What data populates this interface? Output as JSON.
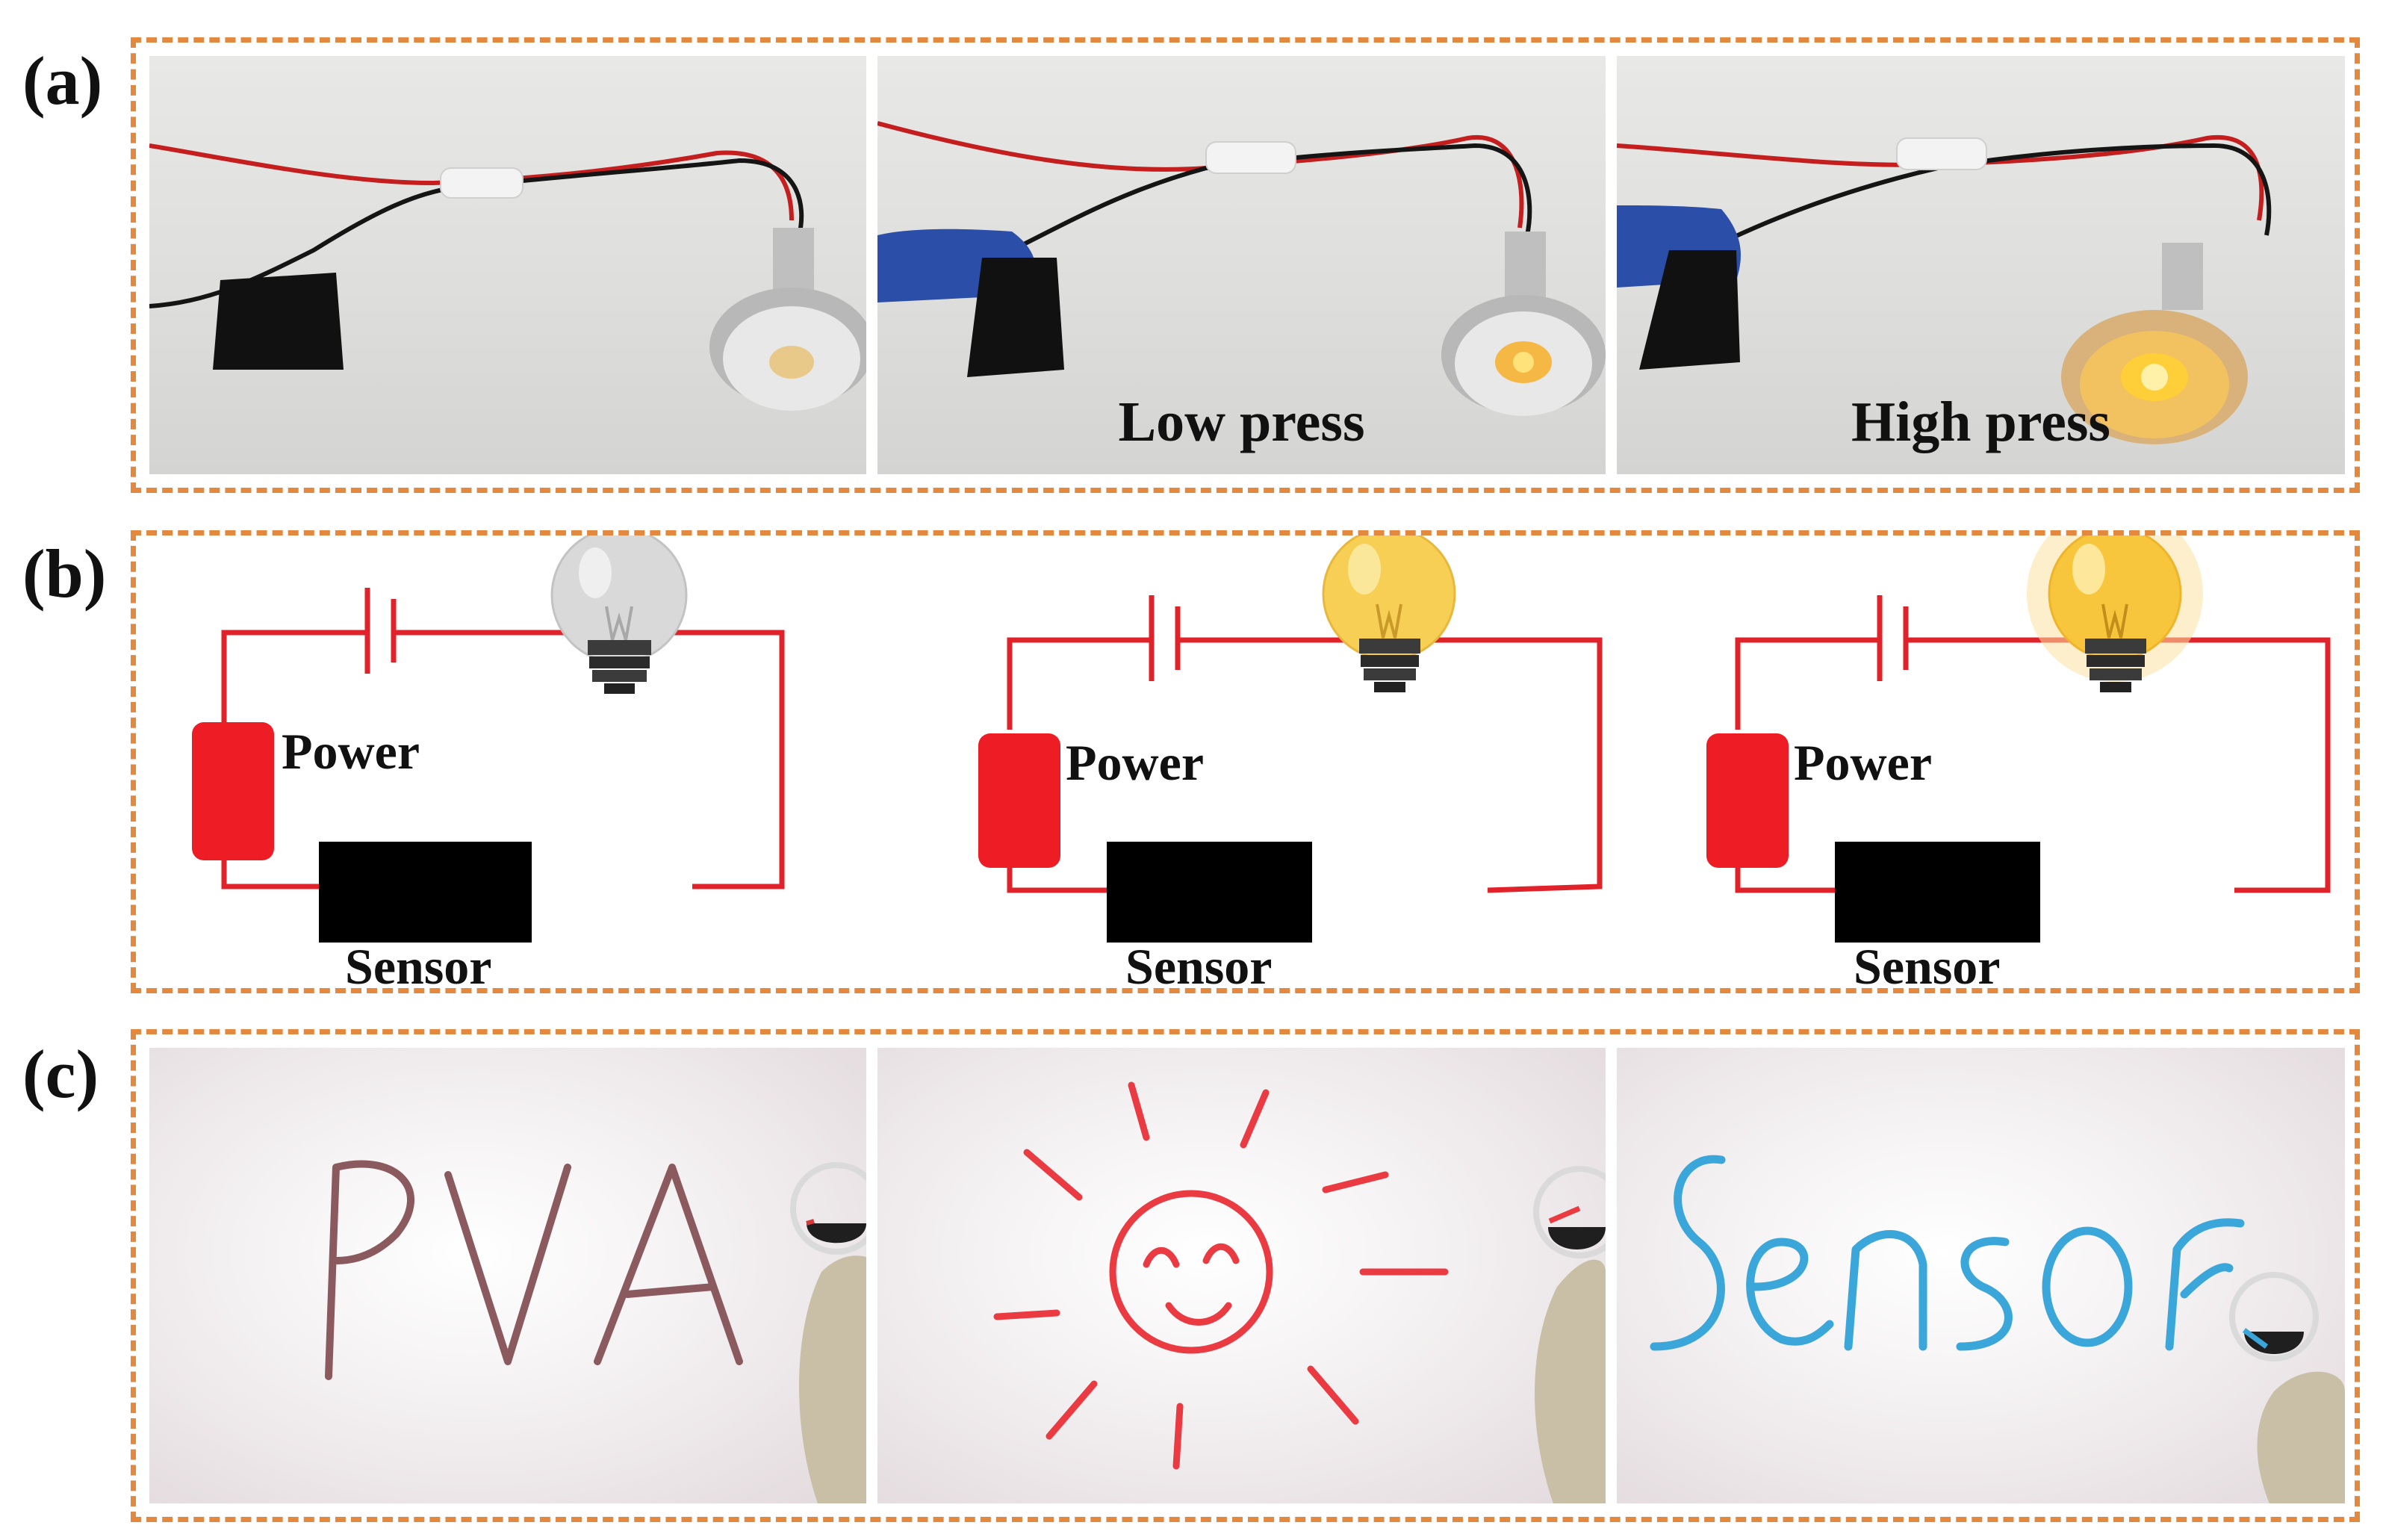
{
  "panels": {
    "a": {
      "label": "(a)",
      "captions": [
        "",
        "Low press",
        "High press"
      ]
    },
    "b": {
      "label": "(b)",
      "circuits": [
        {
          "power_label": "Power",
          "sensor_label": "Sensor",
          "bulb_state": "off"
        },
        {
          "power_label": "Power",
          "sensor_label": "Sensor",
          "bulb_state": "dim"
        },
        {
          "power_label": "Power",
          "sensor_label": "Sensor",
          "bulb_state": "bright"
        }
      ]
    },
    "c": {
      "label": "(c)",
      "drawings": [
        "PVA",
        "sun-smiley",
        "Sensor"
      ]
    }
  },
  "colors": {
    "frame_dash": "#e3883f",
    "wire_red": "#e0232a",
    "power_block": "#ee1c24",
    "sensor_block": "#000000",
    "bulb_off": "#d9d9d9",
    "bulb_on": "#f7cf55",
    "ink_pva": "#8a5a5e",
    "ink_sun": "#ea3b42",
    "ink_sensor": "#3ba6d9"
  }
}
